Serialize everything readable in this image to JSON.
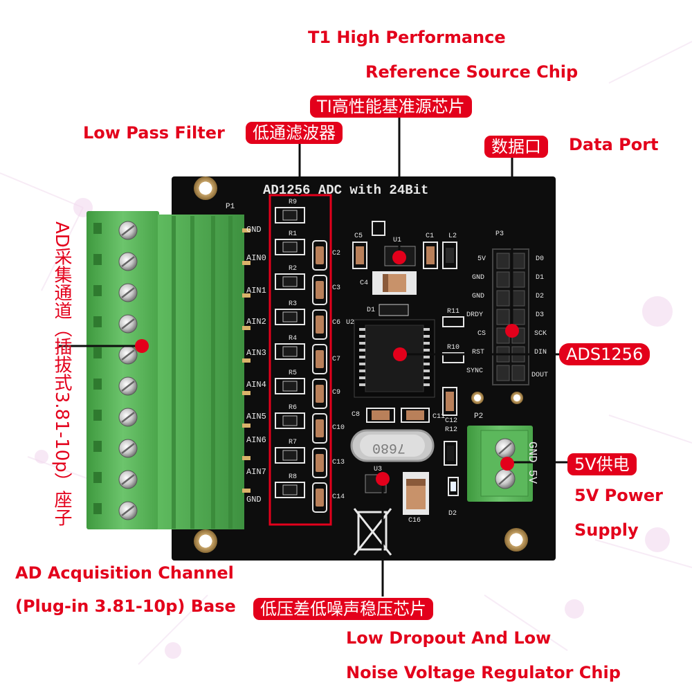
{
  "labels": {
    "reference_en_line1": "T1 High Performance",
    "reference_en_line2": "Reference Source Chip",
    "reference_cn": "TI高性能基准源芯片",
    "lowpass_en": "Low Pass Filter",
    "lowpass_cn": "低通滤波器",
    "dataport_cn": "数据口",
    "dataport_en": "Data Port",
    "adc_chip": "ADS1256",
    "power_cn": "5V供电",
    "power_en_line1": "5V Power",
    "power_en_line2": "Supply",
    "channel_cn_vertical": "AD采集通道（插拔式3.81-10p）座子",
    "channel_en_line1": "AD Acquisition Channel",
    "channel_en_line2": "(Plug-in 3.81-10p) Base",
    "regulator_cn": "低压差低噪声稳压芯片",
    "regulator_en_line1": "Low Dropout And Low",
    "regulator_en_line2": "Noise Voltage Regulator Chip"
  },
  "pcb": {
    "board_title": "AD1256  ADC with 24Bit",
    "connector_p1": "P1",
    "analog_pins": [
      "GND",
      "AIN0",
      "AIN1",
      "AIN2",
      "AIN3",
      "AIN4",
      "AIN5",
      "AIN6",
      "AIN7",
      "GND"
    ],
    "resistors": [
      "R9",
      "R1",
      "R2",
      "R3",
      "R4",
      "R5",
      "R6",
      "R7",
      "R8"
    ],
    "capacitors_column": [
      "C2",
      "C3",
      "C6",
      "C7",
      "C9",
      "C10",
      "C13",
      "C14"
    ],
    "u2": "U2",
    "u1": "U1",
    "u3": "U3",
    "c5": "C5",
    "c1": "C1",
    "l2": "L2",
    "c4": "C4",
    "d1": "D1",
    "r11": "R11",
    "r10": "R10",
    "c8": "C8",
    "c11": "C11",
    "c12": "C12",
    "r12": "R12",
    "c16": "C16",
    "d2": "D2",
    "crystal": "7680",
    "connector_p3": "P3",
    "p3_left_pins": [
      "5V",
      "GND",
      "GND",
      "DRDY",
      "CS",
      "RST",
      "SYNC"
    ],
    "p3_right_pins": [
      "D0",
      "D1",
      "D2",
      "D3",
      "SCK",
      "DIN",
      "DOUT"
    ],
    "connector_p2": "P2",
    "p2_label": "GND 5V"
  },
  "colors": {
    "accent_red": "#e3001b",
    "pcb_black": "#0d0d0d",
    "terminal_green": "#5cb85c"
  }
}
